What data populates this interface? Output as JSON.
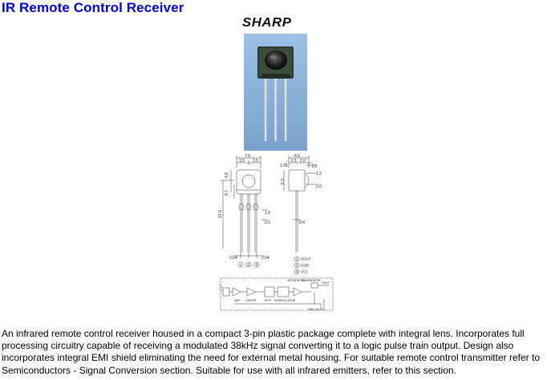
{
  "page": {
    "title": "IR Remote Control Receiver",
    "brand": "SHARP",
    "description": "An infrared remote control receiver housed in a compact 3-pin plastic package complete with integral lens. Incorporates full processing circuitry capable of receiving a modulated 38kHz signal converting it to a logic pulse train output. Design also incorporates integral EMI shield eliminating the need for external metal housing. For suitable remote control transmitter refer to Semiconductors - Signal Conversion section. Suitable for use with all infrared emitters, refer to this section."
  },
  "dimension_drawing": {
    "top_width": "7.0",
    "top_sub_left": "3.5",
    "top_sub_right": "3.5",
    "side_width": "6.5",
    "side_sub_1": "1.05",
    "side_sub_2": "2.1",
    "side_sub_3": "2.0",
    "side_right_1": "1.0",
    "side_right_2": "1.2",
    "side_right_3": "2.0",
    "height_body": "8.7",
    "height_small_1": "4.9",
    "height_small_2": "6.3",
    "height_left": "21.0",
    "lead_1": "1.0",
    "lead_2": "0.5",
    "lead_side": "0.4",
    "pitch_left": "2.54",
    "pitch_right": "2.54",
    "pin_1": "1",
    "pin_2": "2",
    "pin_3": "3",
    "legend": [
      {
        "num": "1",
        "label": "VOUT"
      },
      {
        "num": "2",
        "label": "GND"
      },
      {
        "num": "3",
        "label": "VCC"
      }
    ]
  },
  "block_diagram": {
    "blocks": [
      "AMP",
      "LIMITER",
      "B.P.F.",
      "DEMODULATOR"
    ],
    "integrator": "INTEGRATOR",
    "comparator": "COMPARATOR",
    "vout": "VOUT",
    "gnd_vcc": "GND  Vcc  Vcc"
  },
  "colors": {
    "title": "#0000cc",
    "photo_background": "#8fb4dc"
  }
}
